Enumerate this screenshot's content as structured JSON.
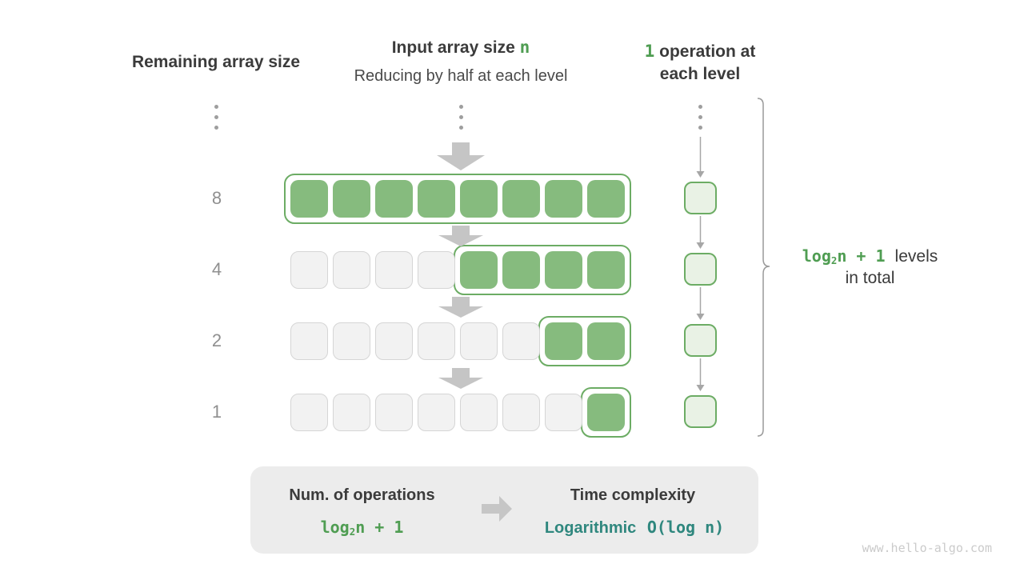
{
  "headers": {
    "left": "Remaining array size",
    "center_line1_prefix": "Input array size ",
    "center_line1_highlight": "n",
    "center_line2": "Reducing by half at each level",
    "right_line1_highlight": "1",
    "right_line1_rest": " operation at",
    "right_line2": "each level"
  },
  "rows": [
    {
      "label": "8",
      "total": 8,
      "active": 8
    },
    {
      "label": "4",
      "total": 8,
      "active": 4
    },
    {
      "label": "2",
      "total": 8,
      "active": 2
    },
    {
      "label": "1",
      "total": 8,
      "active": 1
    }
  ],
  "ops_column": {
    "boxes_count": 4,
    "operations_per_level": "1"
  },
  "brace_label": {
    "formula_pre": "log",
    "formula_sub": "2",
    "formula_post": "n + 1",
    "rest_line1": "levels",
    "line2": "in total"
  },
  "summary": {
    "left_title": "Num. of operations",
    "left_value_pre": "log",
    "left_value_sub": "2",
    "left_value_post": "n + 1",
    "right_title": "Time complexity",
    "right_value_name": "Logarithmic",
    "right_value_formula": "O(log n)"
  },
  "watermark": "www.hello-algo.com",
  "colors": {
    "green_fill": "#86bb7e",
    "green_border": "#6cac64",
    "green_text": "#4f9d52",
    "op_box_fill": "#e9f2e5",
    "gray_square_fill": "#f2f2f2",
    "gray_square_border": "#d5d5d5",
    "block_arrow_gray": "#c5c5c5",
    "thin_arrow_gray": "#a6a6a6",
    "dark_text": "#3b3b3b",
    "row_label_gray": "#8f8f8f",
    "teal_text": "#2f877e",
    "summary_bg": "#ececec",
    "watermark_gray": "#cbcbcb"
  }
}
